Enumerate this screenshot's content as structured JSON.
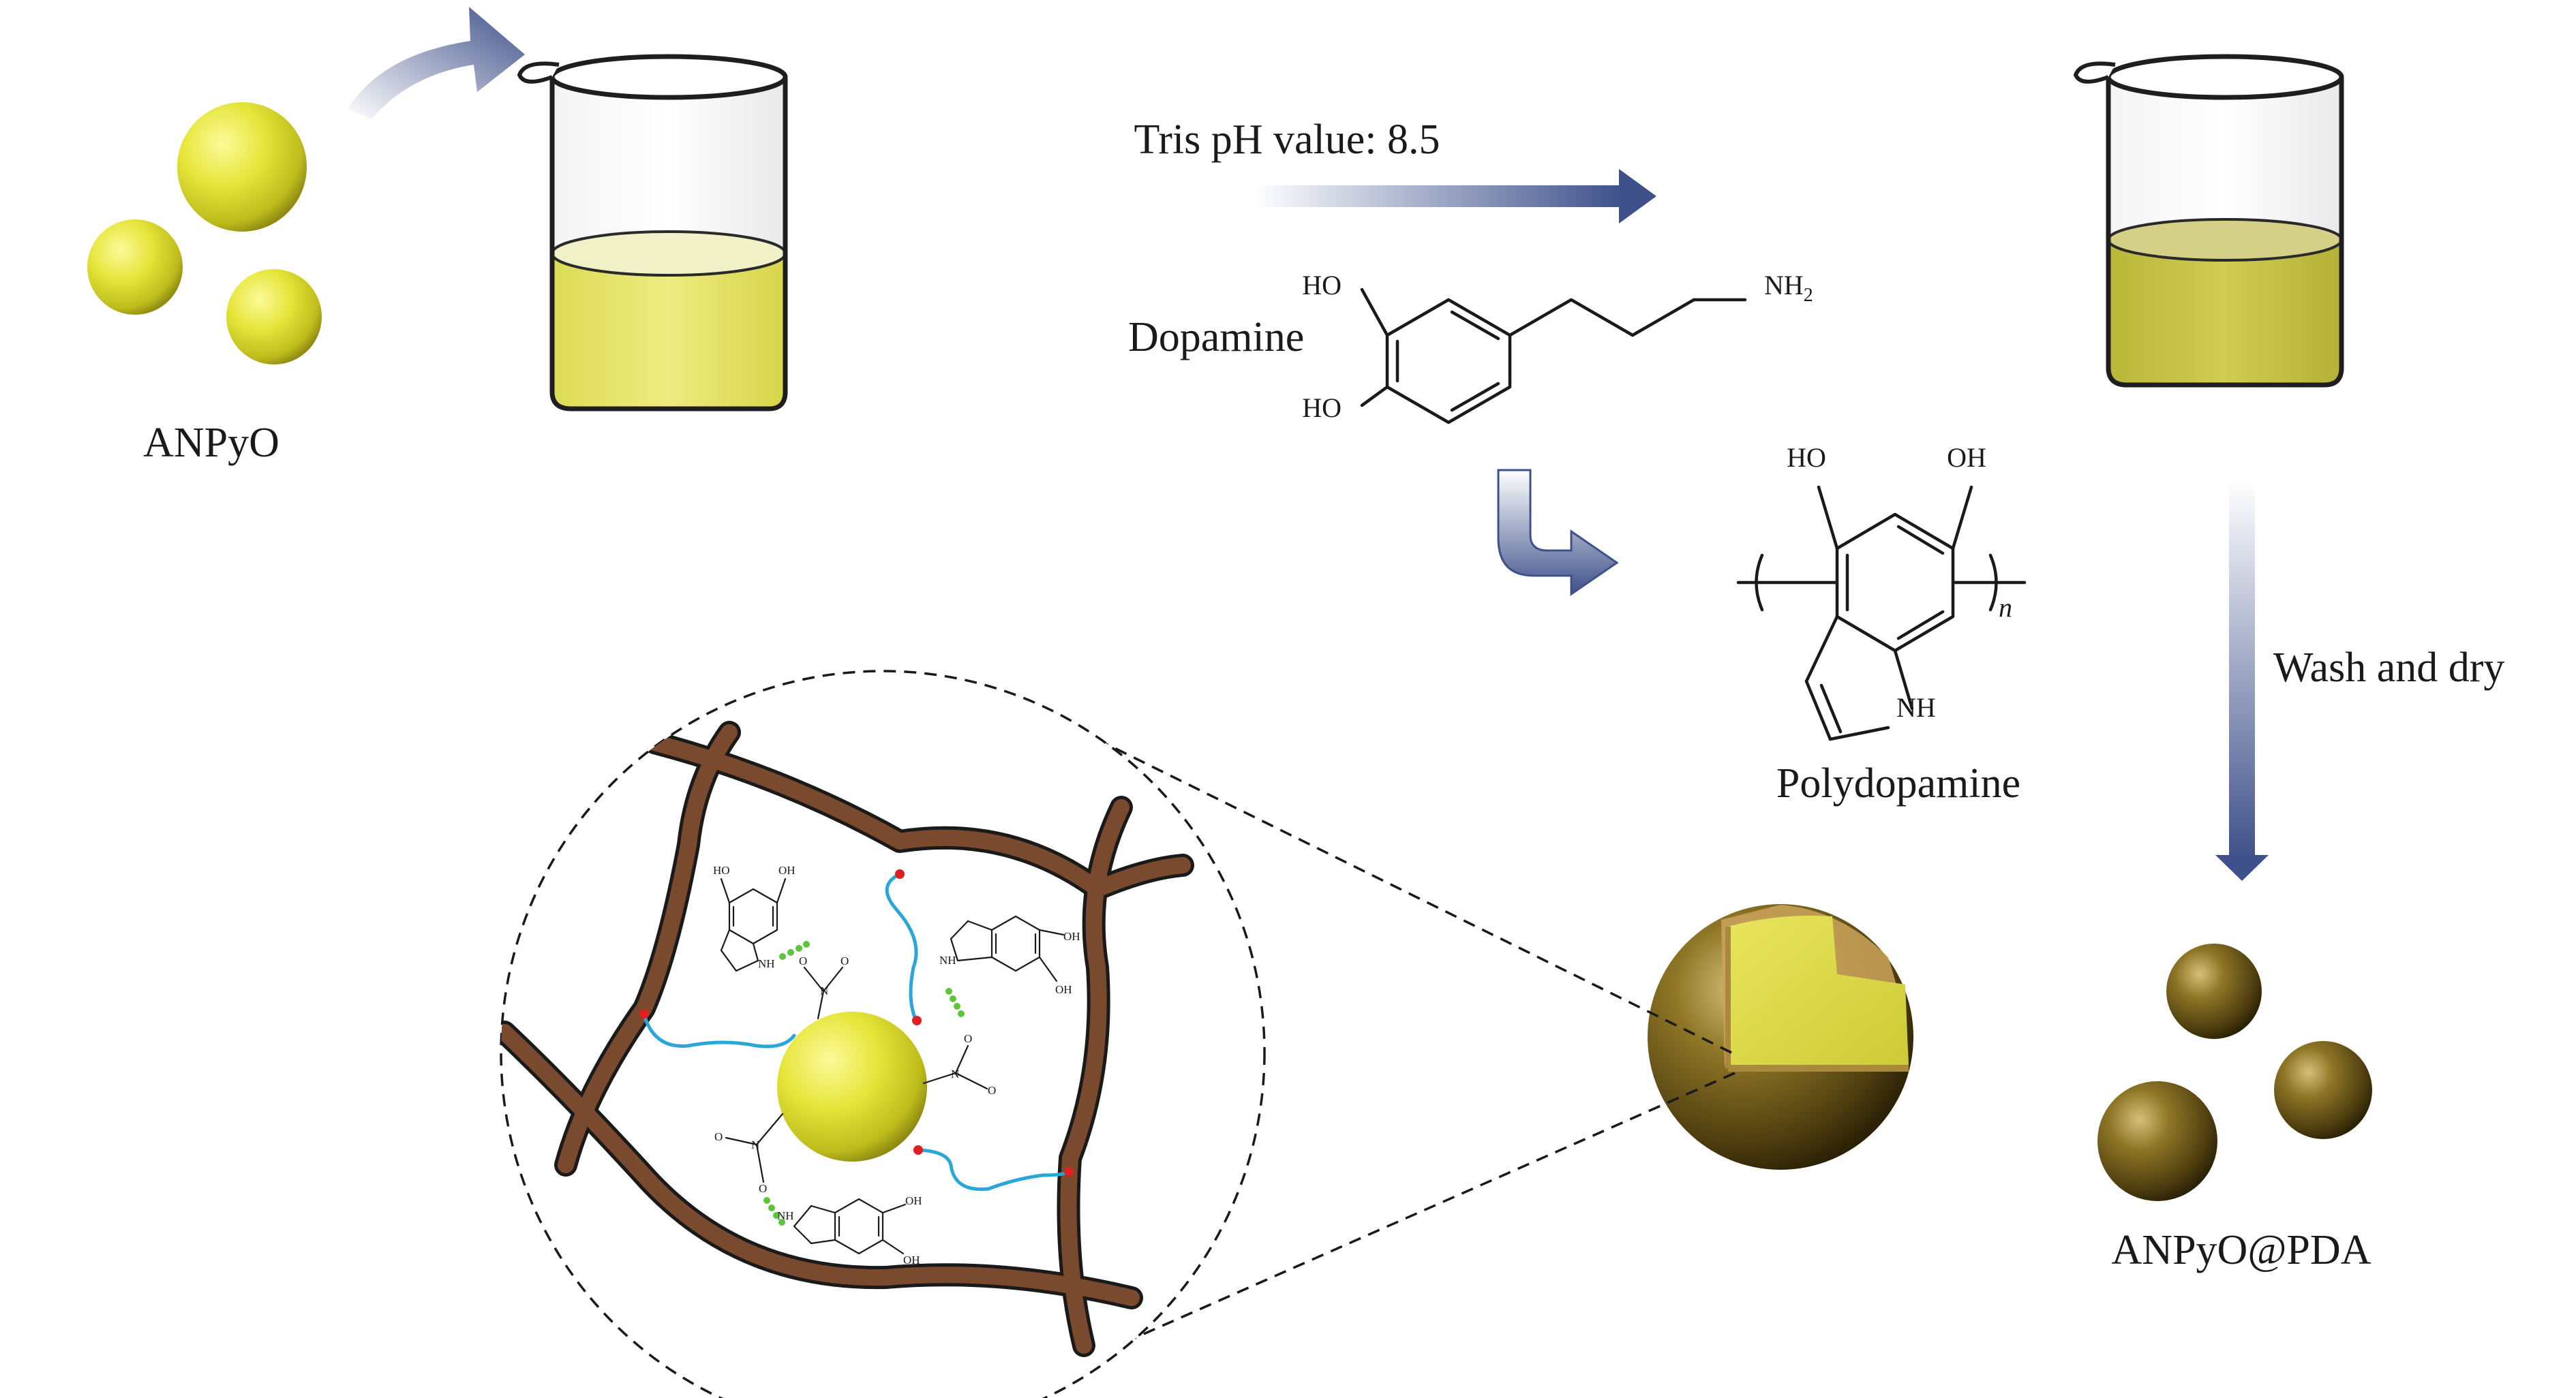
{
  "labels": {
    "anpyo": "ANPyO",
    "tris_ph": "Tris pH value: 8.5",
    "dopamine": "Dopamine",
    "polydopamine": "Polydopamine",
    "wash_and_dry": "Wash and dry",
    "anpyo_pda": "ANPyO@PDA"
  },
  "chem_text": {
    "ho": "HO",
    "oh": "OH",
    "nh2": "NH",
    "nh2_sub": "2",
    "nh": "NH",
    "n_sub": "n",
    "n_atom": "N",
    "o_atom": "O",
    "h_atom": "H"
  },
  "colors": {
    "yellow_sphere": "#e3e23a",
    "yellow_solution": "#e6e467",
    "olive_solution": "#c7c44a",
    "brown_fiber": "#7a4a2e",
    "pda_shell": "#6e5a1e",
    "polymer_chain": "#2aa6d8",
    "anchor_dot": "#e02020",
    "hbond_dot": "#5cc63a",
    "arrow_blue": "#475a8e"
  },
  "icons": [
    "beaker-icon",
    "sphere-icon",
    "arrow-icon",
    "benzene-ring-icon"
  ]
}
